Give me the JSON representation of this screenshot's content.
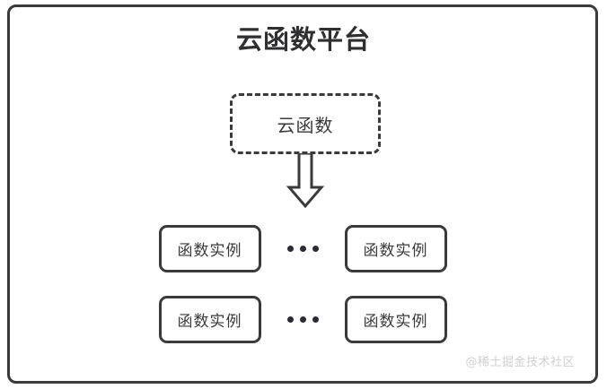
{
  "diagram": {
    "title": "云函数平台",
    "cloud_function": {
      "label": "云函数",
      "border_style": "dashed"
    },
    "arrow": {
      "icon": "block-arrow-down-icon",
      "direction": "down"
    },
    "instance_rows": [
      {
        "left_instance": "函数实例",
        "ellipsis": "···",
        "right_instance": "函数实例"
      },
      {
        "left_instance": "函数实例",
        "ellipsis": "···",
        "right_instance": "函数实例"
      }
    ],
    "watermark": "@稀土掘金技术社区",
    "colors": {
      "stroke": "#3a3a3c",
      "text": "#2f2f31",
      "background": "#ffffff",
      "watermark": "#cfcfd2",
      "dot": "#2b2b33"
    }
  }
}
